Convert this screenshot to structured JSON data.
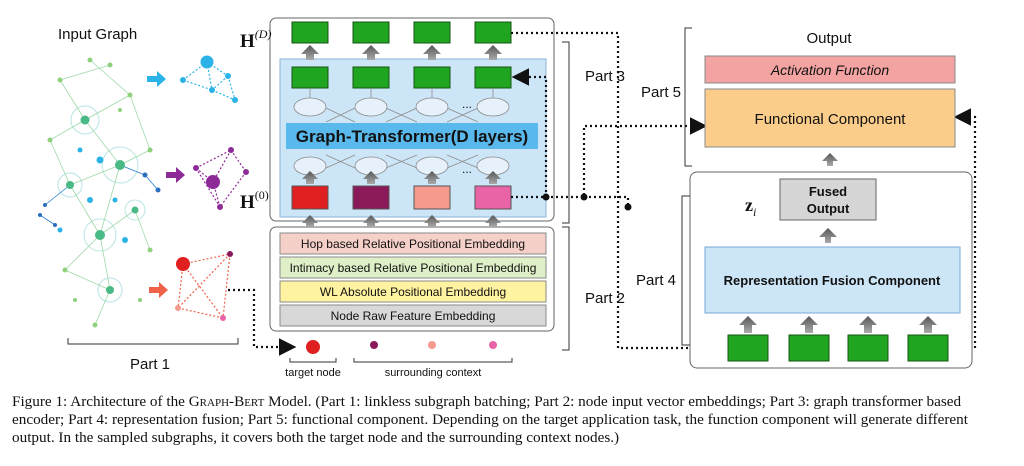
{
  "part1": {
    "title": "Input Graph",
    "label": "Part 1",
    "colors": [
      "#2bb3e8",
      "#8e2a97",
      "#e8382f"
    ]
  },
  "part3": {
    "label": "Part 3",
    "transformer_label": "Graph-Transformer(D layers)",
    "h_top": "H",
    "h_top_sup": "(D)",
    "h_bottom": "H",
    "h_bottom_sup": "(0)",
    "ellipsis": "...",
    "input_colors": [
      "#e02020",
      "#8b1a5a",
      "#f79a8e",
      "#e964a6"
    ]
  },
  "part2": {
    "label": "Part 2",
    "embeddings": [
      {
        "label": "Hop based Relative Positional Embedding",
        "color": "#f4d0c8"
      },
      {
        "label": "Intimacy based Relative Positional Embedding",
        "color": "#dff0c8"
      },
      {
        "label": "WL Absolute Positional Embedding",
        "color": "#fff2a0"
      },
      {
        "label": "Node Raw Feature Embedding",
        "color": "#d8d8d8"
      }
    ],
    "target_node_label": "target node",
    "context_label": "surrounding context"
  },
  "part4": {
    "label": "Part 4",
    "fusion_label": "Representation Fusion Component",
    "fused_output_line1": "Fused",
    "fused_output_line2": "Output",
    "z_symbol": "z",
    "z_sub": "i"
  },
  "part5": {
    "label": "Part 5",
    "output_label": "Output",
    "activation_label": "Activation Function",
    "functional_label": "Functional Component"
  },
  "caption": {
    "prefix": "Figure 1: Architecture of the ",
    "model_name": "Graph-Bert",
    "rest": " Model. (Part 1: linkless subgraph batching; Part 2: node input vector embeddings; Part 3: graph transformer based encoder; Part 4: representation fusion; Part 5: functional component. Depending on the target application task, the function component will generate different output. In the sampled subgraphs, it covers both the target node and the surrounding context nodes.)"
  }
}
